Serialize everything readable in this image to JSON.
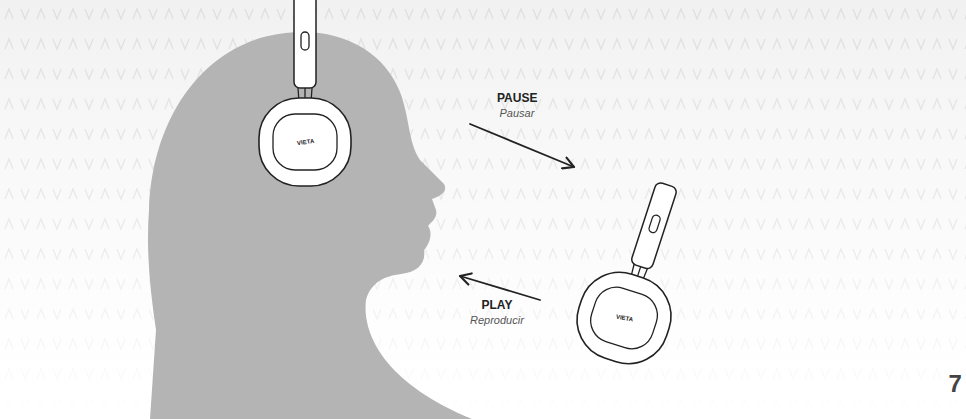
{
  "diagram": {
    "labels": [
      "PAUSE",
      "Pausar",
      "PLAY",
      "Reproducir",
      "7",
      "VIETA",
      "VIETA"
    ]
  }
}
